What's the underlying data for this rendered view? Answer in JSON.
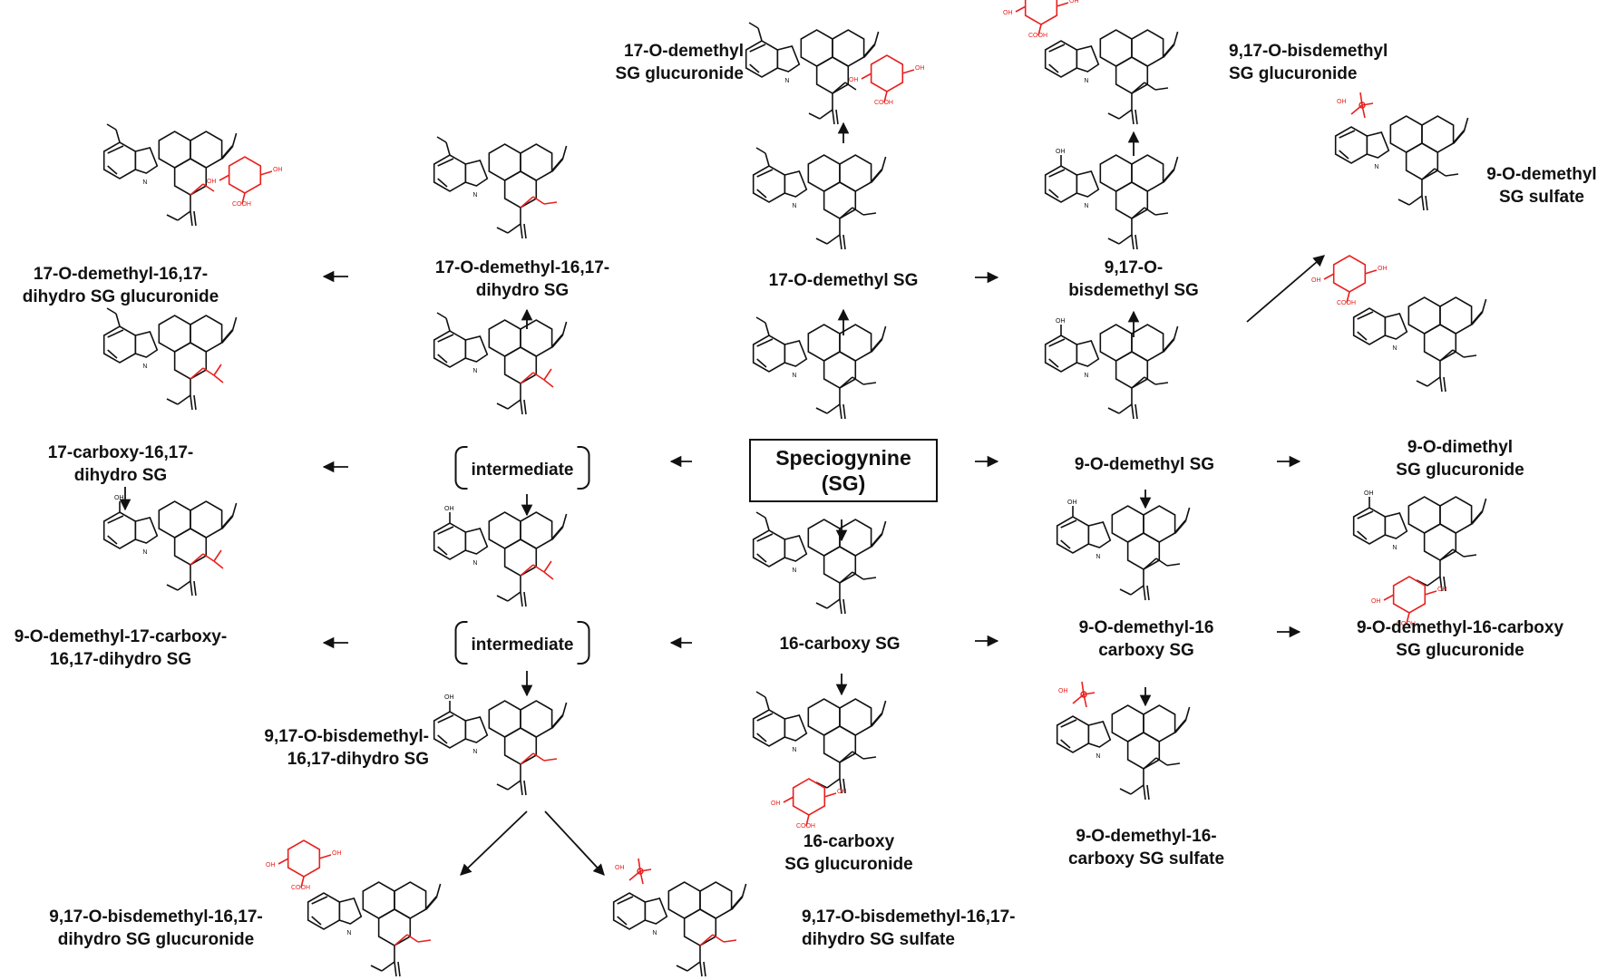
{
  "center": {
    "line1": "Speciogynine",
    "line2": "(SG)"
  },
  "intermediate_label": "intermediate",
  "labels": {
    "o17_demethyl_glucuronide": [
      "17-O-demethyl",
      "SG glucuronide"
    ],
    "bisdemethyl_glucuronide": [
      "9,17-O-bisdemethyl",
      "SG glucuronide"
    ],
    "o9_demethyl_sulfate": [
      "9-O-demethyl",
      "SG sulfate"
    ],
    "dihydro_glucuronide": [
      "17-O-demethyl-16,17-",
      "dihydro SG glucuronide"
    ],
    "dihydro_17demethyl": [
      "17-O-demethyl-16,17-",
      "dihydro SG"
    ],
    "o17_demethyl": [
      "17-O-demethyl SG"
    ],
    "bisdemethyl": [
      "9,17-O-",
      "bisdemethyl SG"
    ],
    "carboxy_dihydro": [
      "17-carboxy-16,17-",
      "dihydro SG"
    ],
    "o9_dimethyl_glucuronide": [
      "9-O-dimethyl",
      "SG glucuronide"
    ],
    "o9_demethyl": [
      "9-O-demethyl SG"
    ],
    "o9_demethyl_17carboxy": [
      "9-O-demethyl-17-carboxy-",
      "16,17-dihydro SG"
    ],
    "carboxy16": [
      "16-carboxy SG"
    ],
    "o9_demethyl_16carboxy": [
      "9-O-demethyl-16",
      "carboxy SG"
    ],
    "o9_demethyl_16carboxy_glucuronide": [
      "9-O-demethyl-16-carboxy",
      "SG glucuronide"
    ],
    "bisdemethyl_dihydro": [
      "9,17-O-bisdemethyl-",
      "16,17-dihydro SG"
    ],
    "carboxy16_glucuronide": [
      "16-carboxy",
      "SG glucuronide"
    ],
    "o9_demethyl_16carboxy_sulfate": [
      "9-O-demethyl-16-",
      "carboxy SG sulfate"
    ],
    "bisdemethyl_dihydro_glucuronide": [
      "9,17-O-bisdemethyl-16,17-",
      "dihydro SG glucuronide"
    ],
    "bisdemethyl_dihydro_sulfate": [
      "9,17-O-bisdemethyl-16,17-",
      "dihydro SG sulfate"
    ]
  },
  "atom_labels": {
    "nh": "N",
    "oh": "OH",
    "cooh": "COOH"
  },
  "colors": {
    "ink": "#111111",
    "modification": "#e8201e"
  }
}
